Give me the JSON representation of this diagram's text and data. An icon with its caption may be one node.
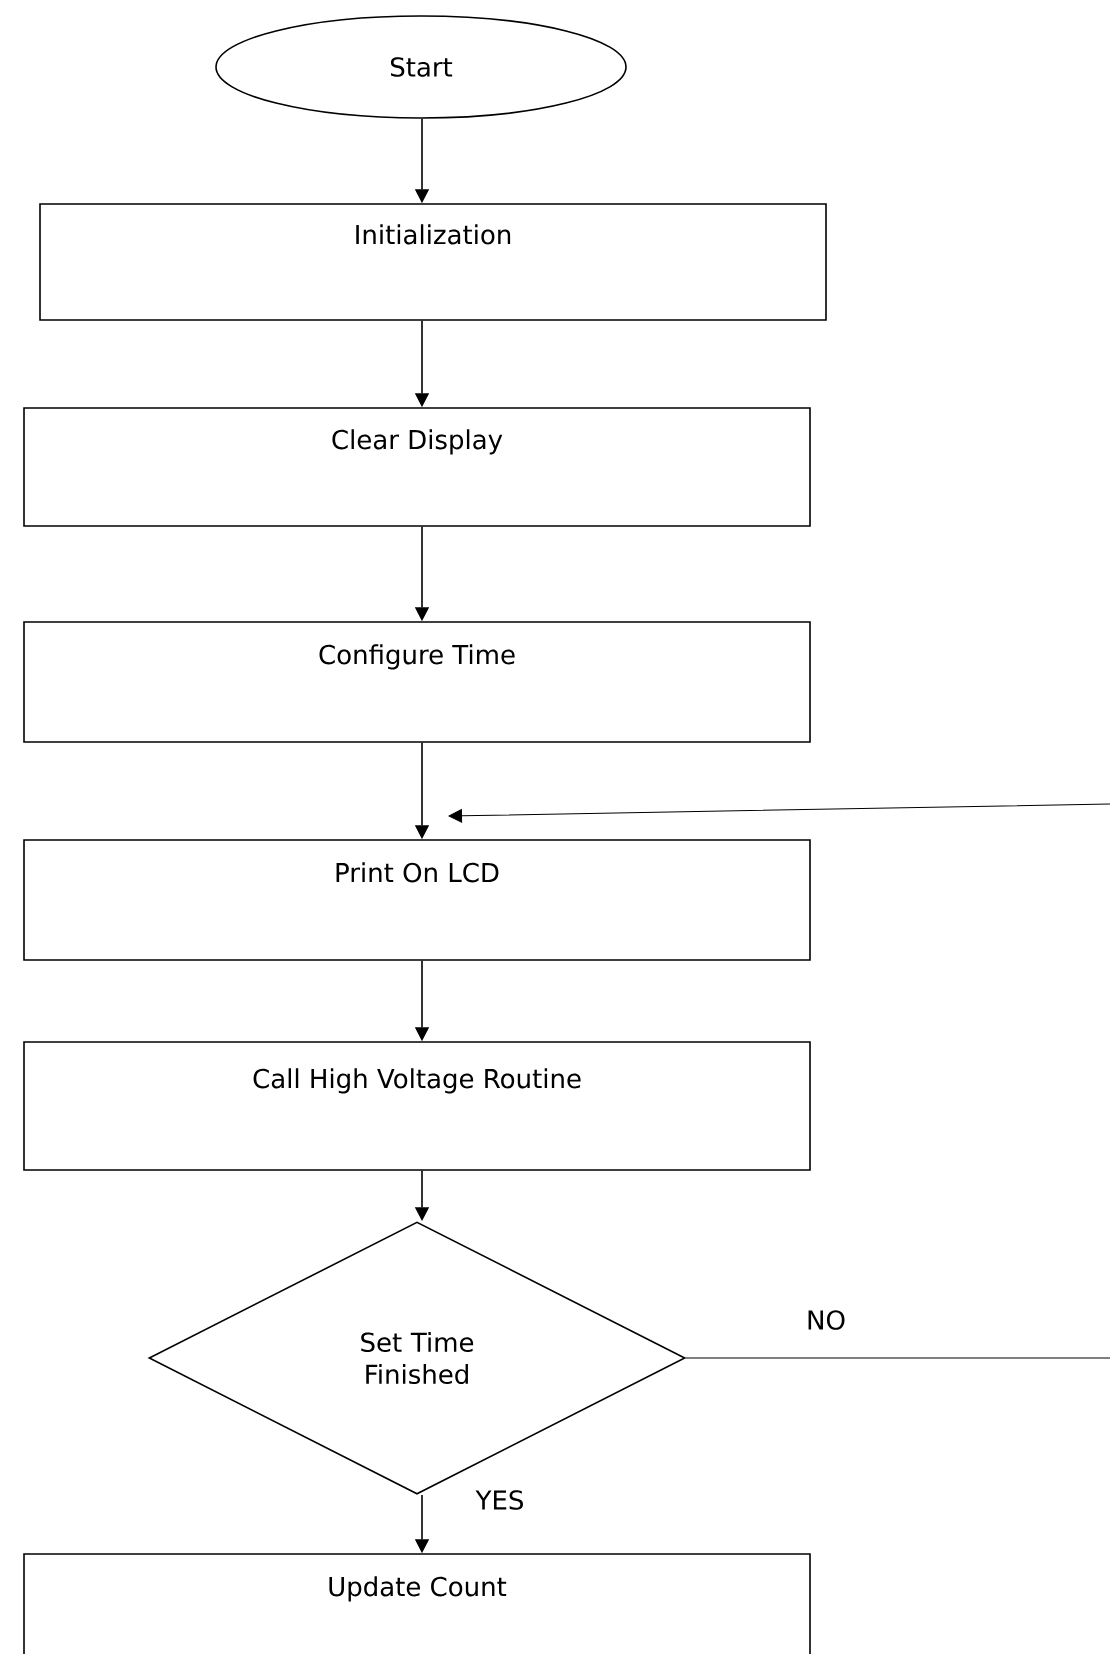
{
  "diagram": {
    "nodes": [
      {
        "text": [
          "Start"
        ]
      },
      {
        "text": [
          "Initialization"
        ]
      },
      {
        "text": [
          "Clear Display"
        ]
      },
      {
        "text": [
          "Configure Time"
        ]
      },
      {
        "text": [
          "Print On LCD"
        ]
      },
      {
        "text": [
          "Call High Voltage Routine"
        ]
      },
      {
        "text": [
          "Set Time Finished"
        ]
      },
      {
        "text": [
          "Update Count"
        ]
      }
    ],
    "edges": [
      {
        "from": 0,
        "to": 1,
        "arrow": "to"
      },
      {
        "from": 1,
        "to": 2,
        "arrow": "to"
      },
      {
        "from": 2,
        "to": 3,
        "arrow": "to"
      },
      {
        "from": 3,
        "to": 4,
        "arrow": "to"
      },
      {
        "from": 4,
        "to": 5,
        "arrow": "to"
      },
      {
        "from": 5,
        "to": 6,
        "arrow": "to"
      },
      {
        "from": 6,
        "to": 7,
        "arrow": "to",
        "label": "YES"
      },
      {
        "from": 6,
        "to": 4,
        "arrow": "to",
        "label": "NO"
      }
    ]
  }
}
